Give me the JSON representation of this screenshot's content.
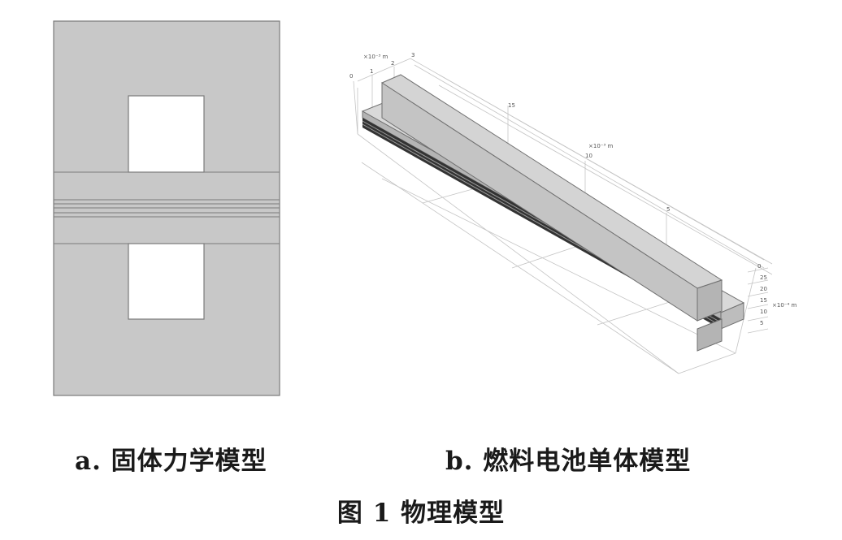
{
  "captions": {
    "a": "a. 固体力学模型",
    "b": "b. 燃料电池单体模型"
  },
  "figure_title": "图 1  物理模型",
  "model_b_axes": {
    "top_axis_unit": "×10⁻³ m",
    "top_axis_ticks": [
      "0",
      "1",
      "2",
      "3"
    ],
    "long_axis_unit": "×10⁻³ m",
    "long_axis_ticks": [
      "15",
      "10",
      "5"
    ],
    "right_axis_unit": "×10⁻⁴ m",
    "right_axis_ticks": [
      "0",
      "25",
      "20",
      "15",
      "10",
      "5"
    ]
  },
  "colors": {
    "model_fill": "#c8c8c8",
    "model_top_face": "#d9d9d9",
    "model_side_face": "#b4b4b4",
    "model_edge": "#707070",
    "membrane": "#333333",
    "window": "#ffffff",
    "grid": "#bbbbbb"
  }
}
